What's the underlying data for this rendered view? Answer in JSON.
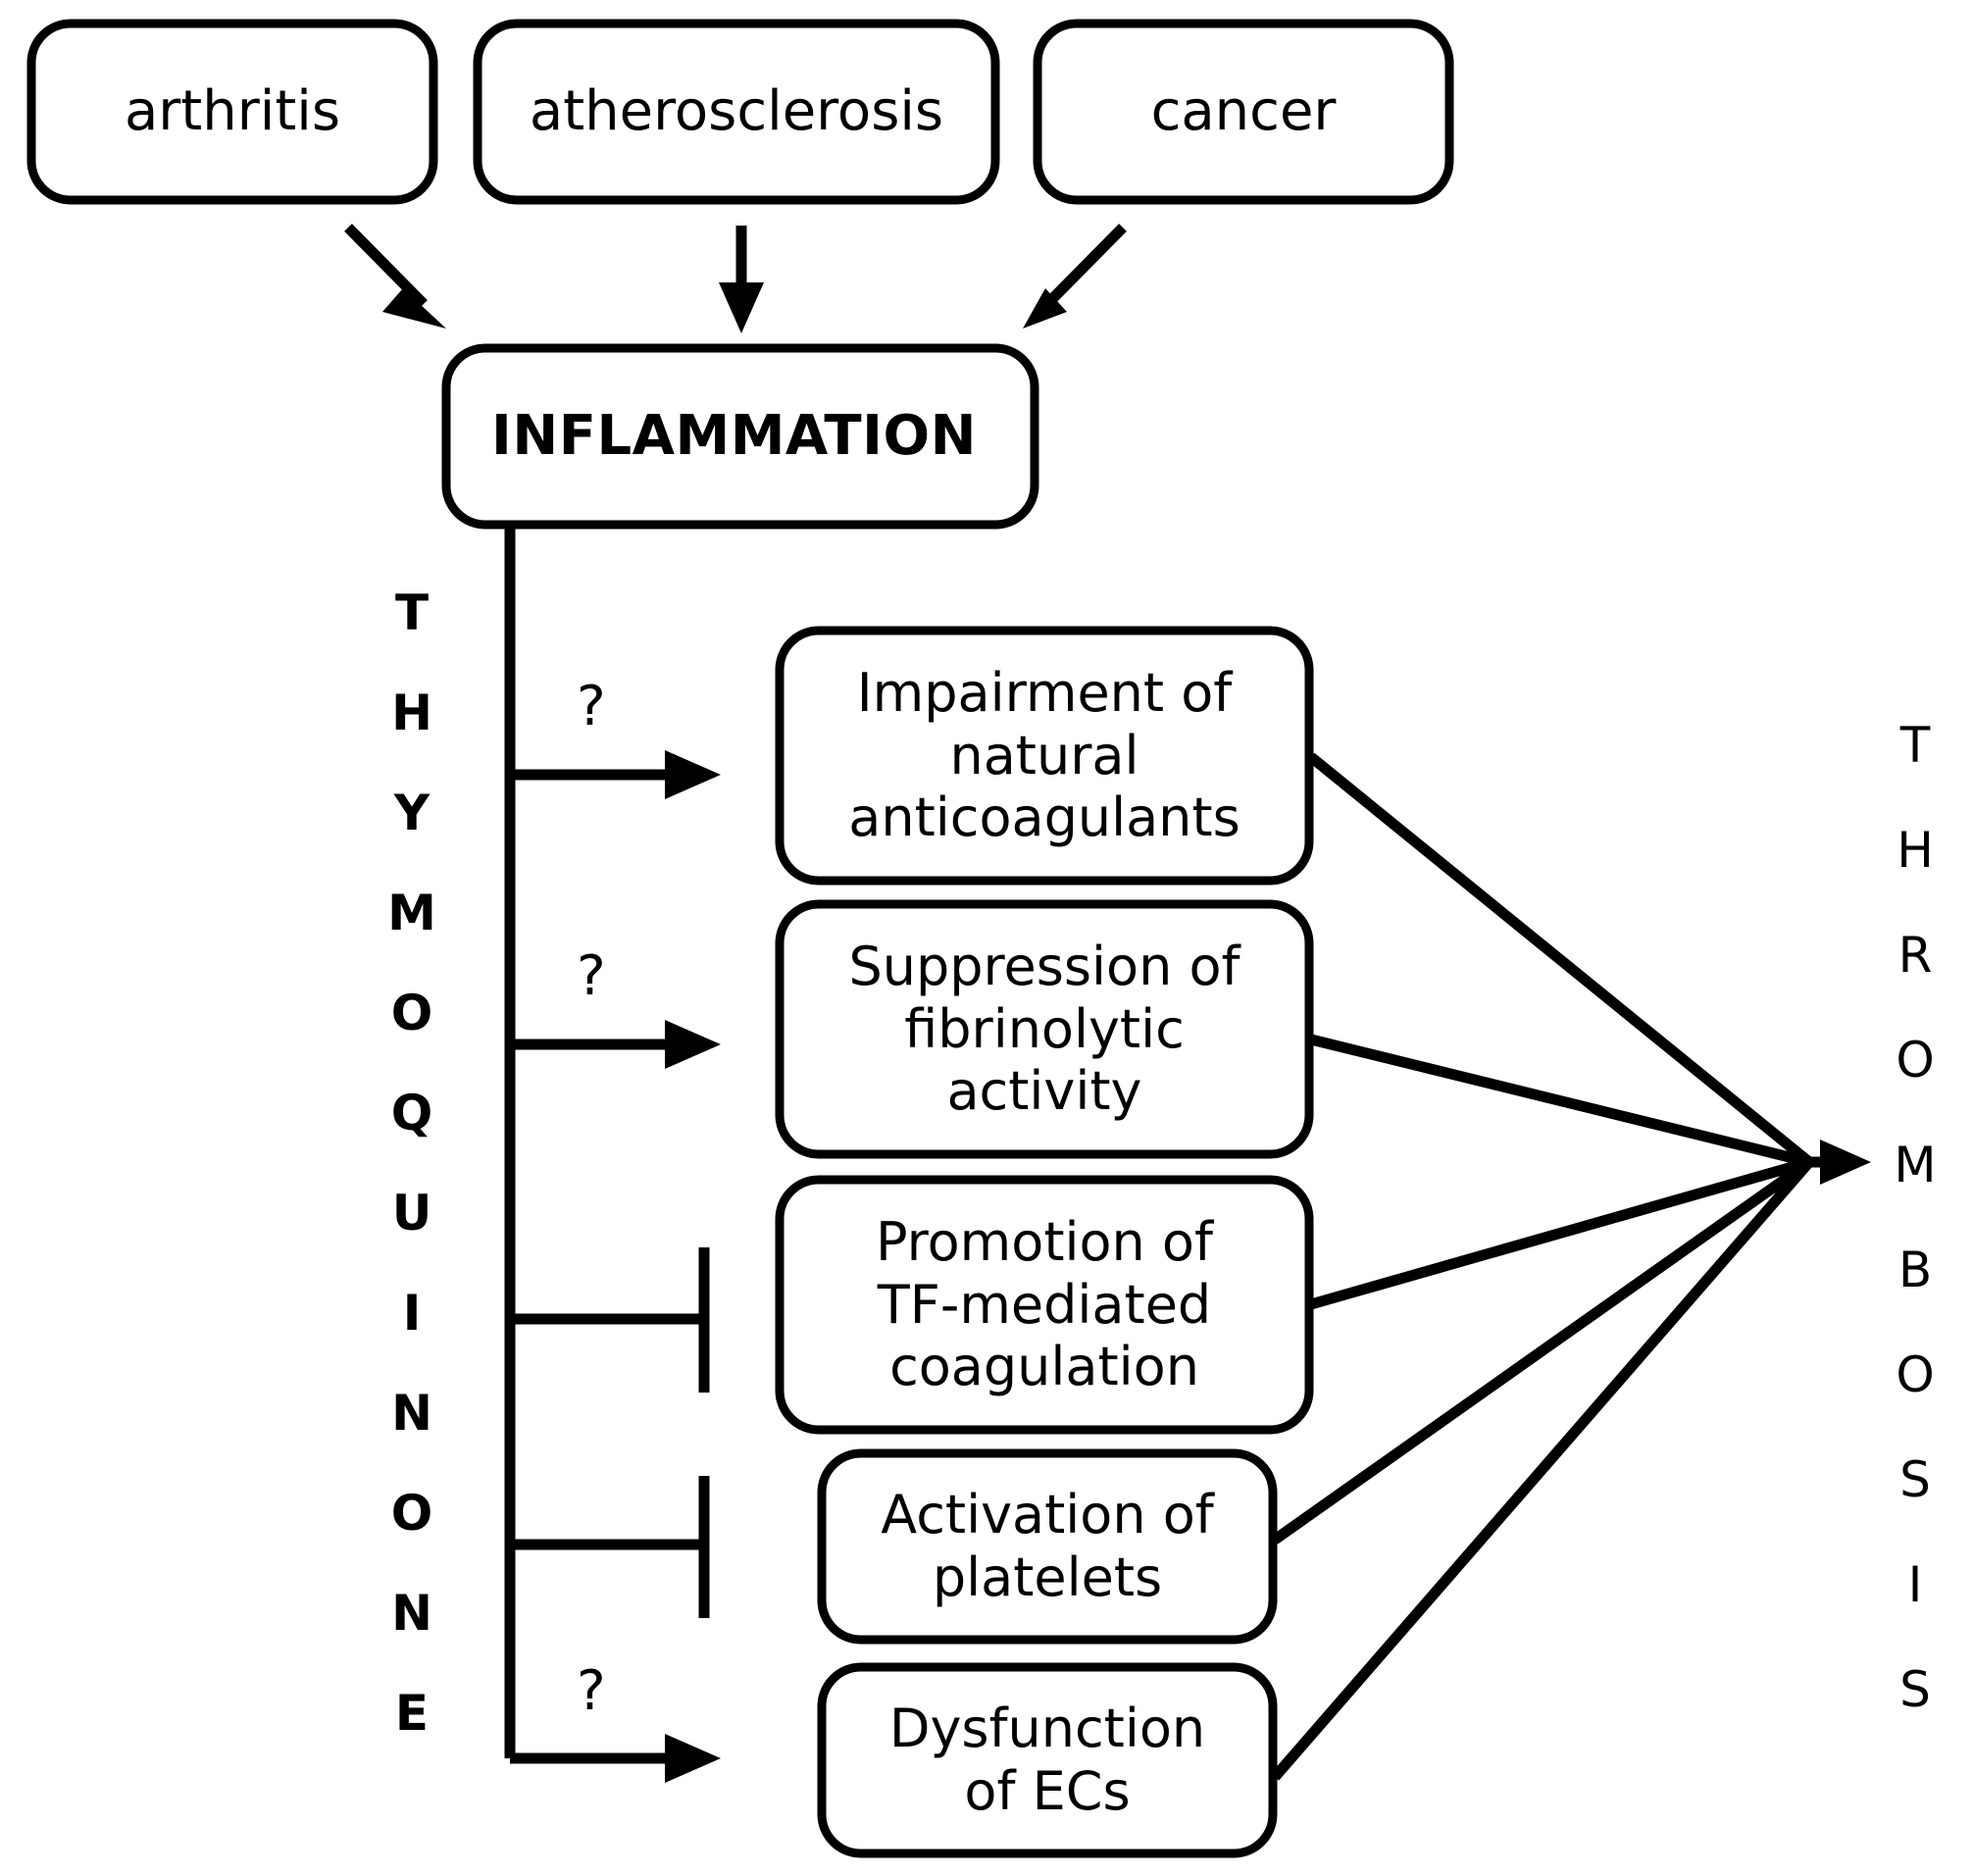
{
  "diagram": {
    "title_words": {
      "left_vertical": "THYMOQUINONE",
      "right_vertical": "THROMBOSIS"
    },
    "colors": {
      "stroke": "#000000",
      "fill": "#ffffff",
      "background": "#ffffff"
    },
    "top_boxes": [
      {
        "id": "arthritis",
        "label": "arthritis"
      },
      {
        "id": "atherosclerosis",
        "label": "atherosclerosis"
      },
      {
        "id": "cancer",
        "label": "cancer"
      }
    ],
    "hub": {
      "id": "inflammation",
      "label": "INFLAMMATION"
    },
    "process_boxes": [
      {
        "id": "impairment-natural-anticoagulants",
        "label": "Impairment of\nnatural\nanticoagulants",
        "line1": "Impairment of",
        "line2": "natural",
        "line3": "anticoagulants",
        "edge_type": "arrow",
        "edge_marker": "?"
      },
      {
        "id": "suppression-fibrinolytic-activity",
        "label": "Suppression of\nfibrinolytic\nactivity",
        "line1": "Suppression of",
        "line2": "fibrinolytic",
        "line3": "activity",
        "edge_type": "arrow",
        "edge_marker": "?"
      },
      {
        "id": "promotion-tf-mediated-coagulation",
        "label": "Promotion of\nTF-mediated\ncoagulation",
        "line1": "Promotion of",
        "line2": "TF-mediated",
        "line3": "coagulation",
        "edge_type": "inhibition",
        "edge_marker": ""
      },
      {
        "id": "activation-of-platelets",
        "label": "Activation of\nplatelets",
        "line1": "Activation of",
        "line2": "platelets",
        "line3": "",
        "edge_type": "inhibition",
        "edge_marker": ""
      },
      {
        "id": "dysfunction-of-ecs",
        "label": "Dysfunction\nof ECs",
        "line1": "Dysfunction",
        "line2": "of ECs",
        "line3": "",
        "edge_type": "arrow",
        "edge_marker": "?"
      }
    ],
    "question_marks": [
      "?",
      "?",
      "?"
    ],
    "left_letters": [
      "T",
      "H",
      "Y",
      "M",
      "O",
      "Q",
      "U",
      "I",
      "N",
      "O",
      "N",
      "E"
    ],
    "right_letters": [
      "T",
      "H",
      "R",
      "O",
      "M",
      "B",
      "O",
      "S",
      "I",
      "S"
    ]
  }
}
